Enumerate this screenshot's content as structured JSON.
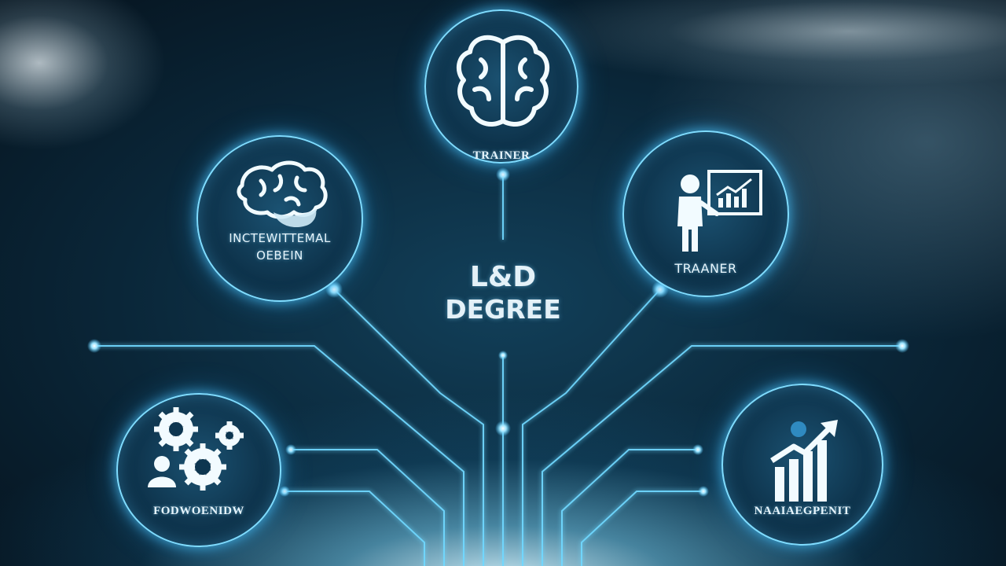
{
  "center": {
    "title_line1": "L&D",
    "title_line2": "DEGREE"
  },
  "nodes": [
    {
      "id": "top",
      "icon": "brain-icon",
      "label": "TRAINER"
    },
    {
      "id": "upper-left",
      "icon": "brain-side-icon",
      "label_line1": "INCTEWITTEMAL",
      "label_line2": "OEBEIN"
    },
    {
      "id": "upper-right",
      "icon": "presenter-chart-icon",
      "label": "TRAANER"
    },
    {
      "id": "lower-left",
      "icon": "gears-person-icon",
      "label": "FODWOENIDW"
    },
    {
      "id": "lower-right",
      "icon": "growth-bar-chart-icon",
      "label": "NAAIAEGPENIT"
    }
  ],
  "colors": {
    "background": "#0a2638",
    "line_glow": "#6fd8ff",
    "node_border": "#7fdcff",
    "text": "#e6f4fb"
  }
}
